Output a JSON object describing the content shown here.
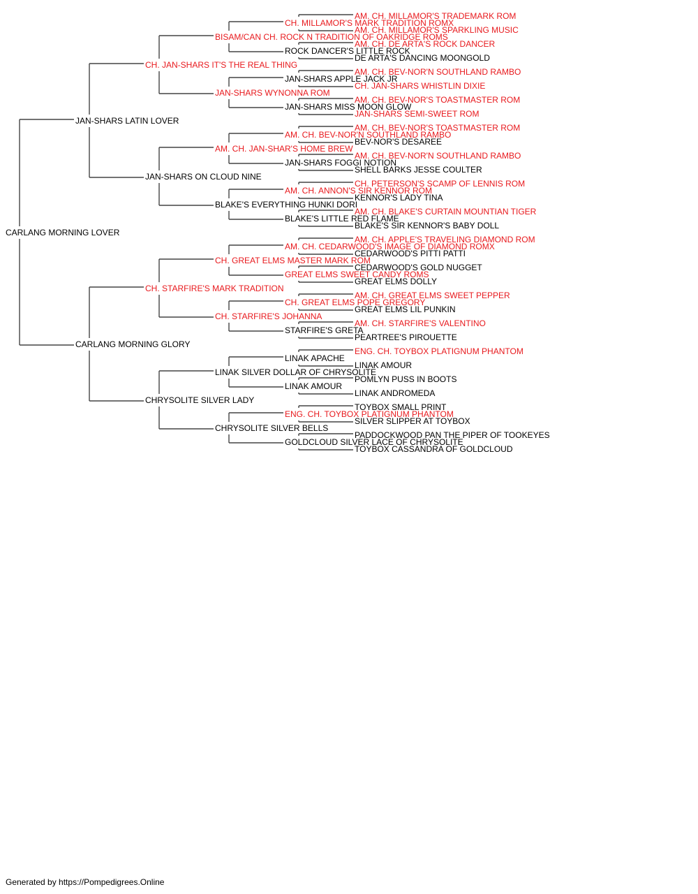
{
  "colors": {
    "champion": "#e8191d",
    "normal": "#000000",
    "line": "#444444"
  },
  "subject": {
    "name": "CARLANG MORNING LOVER",
    "champion": false
  },
  "ancestors": [
    {
      "name": "JAN-SHARS LATIN LOVER",
      "champion": false
    },
    {
      "name": "CARLANG MORNING GLORY",
      "champion": false
    },
    {
      "name": "CH. JAN-SHARS IT'S THE REAL THING",
      "champion": true
    },
    {
      "name": "JAN-SHARS ON CLOUD NINE",
      "champion": false
    },
    {
      "name": "CH. STARFIRE'S MARK TRADITION",
      "champion": true
    },
    {
      "name": "CHRYSOLITE SILVER LADY",
      "champion": false
    },
    {
      "name": "BISAM/CAN CH. ROCK N TRADITION OF OAKRIDGE ROMS",
      "champion": true
    },
    {
      "name": "JAN-SHARS WYNONNA ROM",
      "champion": true
    },
    {
      "name": "AM. CH. JAN-SHAR'S HOME BREW",
      "champion": true
    },
    {
      "name": "BLAKE'S EVERYTHING HUNKI DORI",
      "champion": false
    },
    {
      "name": "CH. GREAT ELMS MASTER MARK ROM",
      "champion": true
    },
    {
      "name": "CH. STARFIRE'S JOHANNA",
      "champion": true
    },
    {
      "name": "LINAK SILVER DOLLAR OF CHRYSOLITE",
      "champion": false
    },
    {
      "name": "CHRYSOLITE SILVER BELLS",
      "champion": false
    },
    {
      "name": "CH. MILLAMOR'S MARK TRADITION ROMX",
      "champion": true
    },
    {
      "name": "ROCK DANCER'S LITTLE ROCK",
      "champion": false
    },
    {
      "name": "JAN-SHARS APPLE JACK JR",
      "champion": false
    },
    {
      "name": "JAN-SHARS MISS MOON GLOW",
      "champion": false
    },
    {
      "name": "AM. CH. BEV-NOR'N SOUTHLAND RAMBO",
      "champion": true
    },
    {
      "name": "JAN-SHARS FOGGI NOTION",
      "champion": false
    },
    {
      "name": "AM. CH. ANNON'S SIR KENNOR ROM",
      "champion": true
    },
    {
      "name": "BLAKE'S LITTLE RED FLAME",
      "champion": false
    },
    {
      "name": "AM. CH. CEDARWOOD'S IMAGE OF DIAMOND ROMX",
      "champion": true
    },
    {
      "name": "GREAT ELMS SWEET CANDY ROMS",
      "champion": true
    },
    {
      "name": "CH. GREAT ELMS POPE GREGORY",
      "champion": true
    },
    {
      "name": "STARFIRE'S GRETA",
      "champion": false
    },
    {
      "name": "LINAK APACHE",
      "champion": false
    },
    {
      "name": "LINAK AMOUR",
      "champion": false
    },
    {
      "name": "ENG. CH. TOYBOX PLATIGNUM PHANTOM",
      "champion": true
    },
    {
      "name": "GOLDCLOUD SILVER LACE OF CHRYSOLITE",
      "champion": false
    },
    {
      "name": "AM. CH. MILLAMOR'S TRADEMARK ROM",
      "champion": true
    },
    {
      "name": "AM. CH. MILLAMOR'S SPARKLING MUSIC",
      "champion": true
    },
    {
      "name": "AM. CH. DE ARTA'S ROCK DANCER",
      "champion": true
    },
    {
      "name": "DE ARTA'S DANCING MOONGOLD",
      "champion": false
    },
    {
      "name": "AM. CH. BEV-NOR'N SOUTHLAND RAMBO",
      "champion": true
    },
    {
      "name": "CH. JAN-SHARS WHISTLIN DIXIE",
      "champion": true
    },
    {
      "name": "AM. CH. BEV-NOR'S TOASTMASTER ROM",
      "champion": true
    },
    {
      "name": "JAN-SHARS SEMI-SWEET ROM",
      "champion": true
    },
    {
      "name": "AM. CH. BEV-NOR'S TOASTMASTER ROM",
      "champion": true
    },
    {
      "name": "BEV-NOR'S DESAREE",
      "champion": false
    },
    {
      "name": "AM. CH. BEV-NOR'N SOUTHLAND RAMBO",
      "champion": true
    },
    {
      "name": "SHELL BARKS JESSE COULTER",
      "champion": false
    },
    {
      "name": "CH. PETERSON'S SCAMP OF LENNIS ROM",
      "champion": true
    },
    {
      "name": "KENNOR'S LADY TINA",
      "champion": false
    },
    {
      "name": "AM. CH. BLAKE'S CURTAIN MOUNTIAN TIGER",
      "champion": true
    },
    {
      "name": "BLAKE'S SIR KENNOR'S BABY DOLL",
      "champion": false
    },
    {
      "name": "AM. CH. APPLE'S TRAVELING DIAMOND ROM",
      "champion": true
    },
    {
      "name": "CEDARWOOD'S PITTI PATTI",
      "champion": false
    },
    {
      "name": "CEDARWOOD'S GOLD NUGGET",
      "champion": false
    },
    {
      "name": "GREAT ELMS DOLLY",
      "champion": false
    },
    {
      "name": "AM. CH. GREAT ELMS SWEET PEPPER",
      "champion": true
    },
    {
      "name": "GREAT ELMS LIL PUNKIN",
      "champion": false
    },
    {
      "name": "AM. CH. STARFIRE'S VALENTINO",
      "champion": true
    },
    {
      "name": "PEARTREE'S PIROUETTE",
      "champion": false
    },
    {
      "name": "ENG. CH. TOYBOX PLATIGNUM PHANTOM",
      "champion": true
    },
    {
      "name": "LINAK AMOUR",
      "champion": false
    },
    {
      "name": "POMLYN PUSS IN BOOTS",
      "champion": false
    },
    {
      "name": "LINAK ANDROMEDA",
      "champion": false
    },
    {
      "name": "TOYBOX SMALL PRINT",
      "champion": false
    },
    {
      "name": "SILVER SLIPPER AT TOYBOX",
      "champion": false
    },
    {
      "name": "PADDOCKWOOD PAN THE PIPER OF TOOKEYES",
      "champion": false
    },
    {
      "name": "TOYBOX CASSANDRA OF GOLDCLOUD",
      "champion": false
    }
  ],
  "footer": "Generated by https://Pompedigrees.Online"
}
